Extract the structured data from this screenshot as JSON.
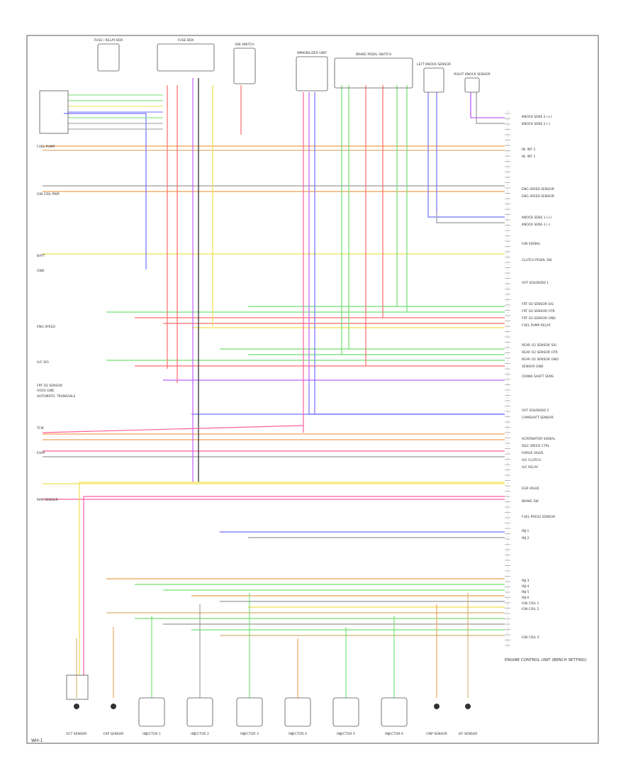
{
  "diagram": {
    "title": "ENGINE CONTROL UNIT (BENCH SETTING)",
    "footer_code": "WH-1"
  },
  "top_components": [
    {
      "name": "fuse-relay-box",
      "label": "FUSE / RELAY BOX"
    },
    {
      "name": "fuse-box-2",
      "label": "FUSE BOX"
    },
    {
      "name": "ign-switch",
      "label": "IGN SWITCH"
    },
    {
      "name": "immobilizer-unit",
      "label": "IMMOBILIZER UNIT"
    },
    {
      "name": "brake-pedal-switch",
      "label": "BRAKE PEDAL SWITCH"
    },
    {
      "name": "left-knock-sensor",
      "label": "LEFT KNOCK SENSOR"
    },
    {
      "name": "right-knock-sensor",
      "label": "RIGHT KNOCK SENSOR"
    }
  ],
  "right_labels": [
    "KNOCK SENS 2 (+)",
    "KNOCK SENS 2 (-)",
    "IN. INT 2",
    "IN. INT 1",
    "ENG SPEED SENSOR",
    "ENG SPEED SENSOR",
    "KNOCK SENS 1 (+)",
    "KNOCK SENS 1 (-)",
    "IGN SIGNAL",
    "CLUTCH PEDAL SW",
    "VVT SOLENOID 1",
    "FRT O2 SENSOR SIG",
    "FRT O2 SENSOR HTR",
    "FRT O2 SENSOR GND",
    "FUEL PUMP RELAY",
    "REAR O2 SENSOR SIG",
    "REAR O2 SENSOR HTR",
    "REAR O2 SENSOR GND",
    "SENSOR GND",
    "CRANK SHAFT SENS",
    "VVT SOLENOID 2",
    "CAMSHAFT SENSOR",
    "ALTERNATOR SIGNAL",
    "IDLE SPEED CTRL",
    "PURGE VALVE",
    "A/C CLUTCH",
    "A/C RELAY",
    "EGR VALVE",
    "BRAKE SW",
    "FUEL PRESS SENSOR",
    "INJ 1",
    "INJ 2",
    "INJ 3",
    "INJ 4",
    "INJ 5",
    "INJ 6",
    "IGN COIL 1",
    "IGN COIL 2",
    "IGN COIL 3"
  ],
  "left_labels": [
    "FUEL PUMP",
    "IGN COIL PWR",
    "BATT",
    "GND",
    "ENG SPEED",
    "A/C SIG",
    "FRT O2 SENSOR",
    "HO2S GND",
    "AUTOMATIC TRANSAXLE",
    "TCM",
    "EVAP",
    "MAP SENSOR"
  ],
  "bottom_components": [
    {
      "name": "ect-sensor",
      "label": "ECT SENSOR"
    },
    {
      "name": "ckp-sensor",
      "label": "CKP SENSOR"
    },
    {
      "name": "injector-1",
      "label": "INJECTOR 1"
    },
    {
      "name": "injector-2",
      "label": "INJECTOR 2"
    },
    {
      "name": "injector-3",
      "label": "INJECTOR 3"
    },
    {
      "name": "injector-4",
      "label": "INJECTOR 4"
    },
    {
      "name": "injector-5",
      "label": "INJECTOR 5"
    },
    {
      "name": "injector-6",
      "label": "INJECTOR 6"
    },
    {
      "name": "cmp-sensor",
      "label": "CMP SENSOR"
    },
    {
      "name": "iat-sensor",
      "label": "IAT SENSOR"
    }
  ],
  "colors": {
    "pink": "#ff5fa0",
    "red": "#ff6b6b",
    "orange": "#f0a050",
    "yellow": "#f0e050",
    "green": "#70e070",
    "blue": "#7070ff",
    "purple": "#c060ff",
    "gray": "#999999",
    "black": "#222222",
    "tan": "#d8b070",
    "frame": "#555555"
  }
}
